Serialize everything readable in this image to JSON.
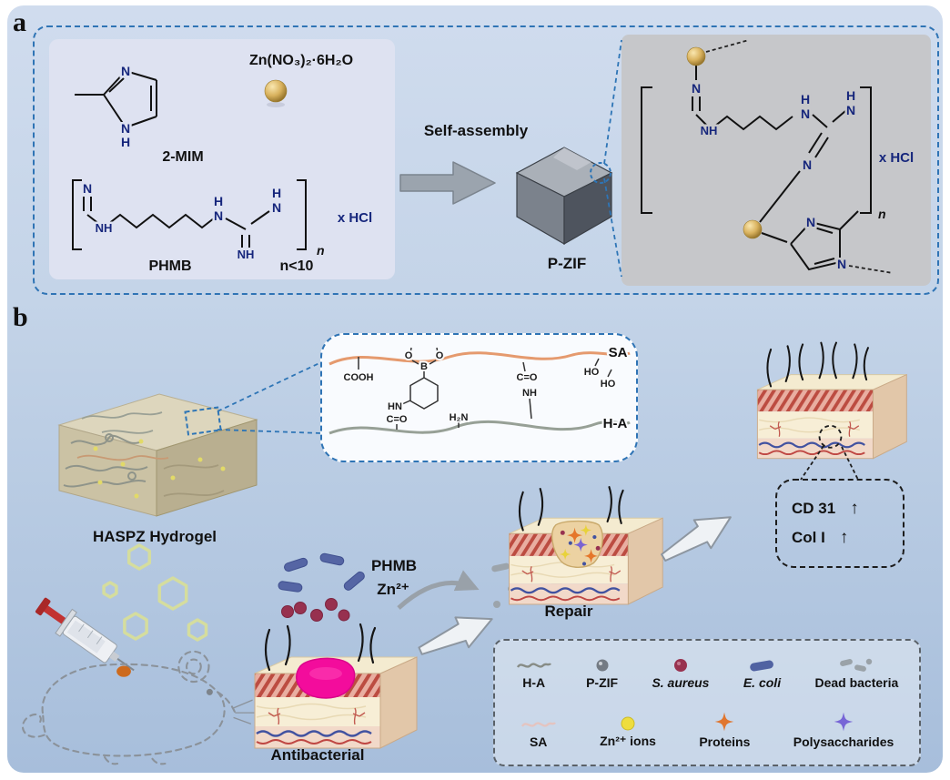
{
  "panel_a": {
    "label": "a",
    "mim_label": "2-MIM",
    "zn_salt": "Zn(NO₃)₂·6H₂O",
    "self_assembly": "Self-assembly",
    "pzif_label": "P-ZIF",
    "phmb_label": "PHMB",
    "n_range": "n<10",
    "x_hcl": "x HCl",
    "n_sub": "n",
    "atoms": {
      "n": "N",
      "h": "H",
      "nh": "NH"
    }
  },
  "panel_b": {
    "label": "b",
    "hydrogel_label": "HASPZ Hydrogel",
    "phmb_label": "PHMB",
    "zn_label": "Zn²⁺",
    "antibacterial_label": "Antibacterial",
    "repair_label": "Repair",
    "callout": {
      "sa": "SA",
      "ha": "H-A",
      "cooh": "COOH",
      "hn": "HN",
      "c_o": "C=O",
      "h2n": "H₂N",
      "nh": "NH",
      "ho": "HO",
      "b_atom": "B",
      "o_atom": "O"
    },
    "markers": {
      "cd31": "CD 31",
      "col1": "Col I",
      "up_arrow": "↑"
    }
  },
  "legend": {
    "row1": [
      {
        "label": "H-A"
      },
      {
        "label": "P-ZIF"
      },
      {
        "label": "S. aureus"
      },
      {
        "label": "E. coli"
      },
      {
        "label": "Dead bacteria"
      }
    ],
    "row2": [
      {
        "label": "SA"
      },
      {
        "label": "Zn²⁺ ions"
      },
      {
        "label": "Proteins"
      },
      {
        "label": "Polysaccharides"
      }
    ]
  }
}
